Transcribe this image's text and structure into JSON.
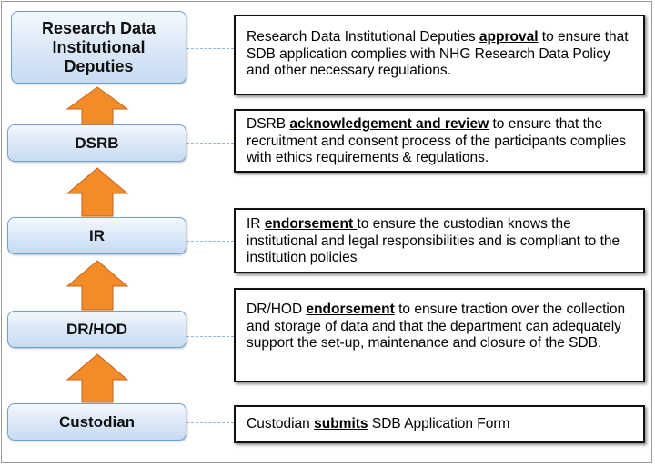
{
  "stages": [
    {
      "label": "Research Data\nInstitutional\nDeputies"
    },
    {
      "label": "DSRB"
    },
    {
      "label": "IR"
    },
    {
      "label": "DR/HOD"
    },
    {
      "label": "Custodian"
    }
  ],
  "descriptions": [
    {
      "pre": "Research Data Institutional Deputies ",
      "key": "approval",
      "post": " to ensure that SDB application complies with NHG Research Data Policy and other necessary regulations."
    },
    {
      "pre": "DSRB ",
      "key": "acknowledgement and review",
      "post": " to ensure that the recruitment and consent process of the participants complies with ethics requirements & regulations."
    },
    {
      "pre": "IR ",
      "key": "endorsement ",
      "post": "to ensure the custodian knows the institutional and legal responsibilities and is compliant to the institution policies"
    },
    {
      "pre": "DR/HOD ",
      "key": "endorsement",
      "post": " to ensure traction over the collection and storage of data and that the department can adequately support the set-up, maintenance and closure of the SDB."
    },
    {
      "pre": "Custodian ",
      "key": "submits",
      "post": " SDB Application Form"
    }
  ],
  "colors": {
    "arrow": "#f28c28",
    "arrow_dark": "#c9601a",
    "stage_border": "#6f9fd4",
    "connector": "#8fb1d9"
  }
}
